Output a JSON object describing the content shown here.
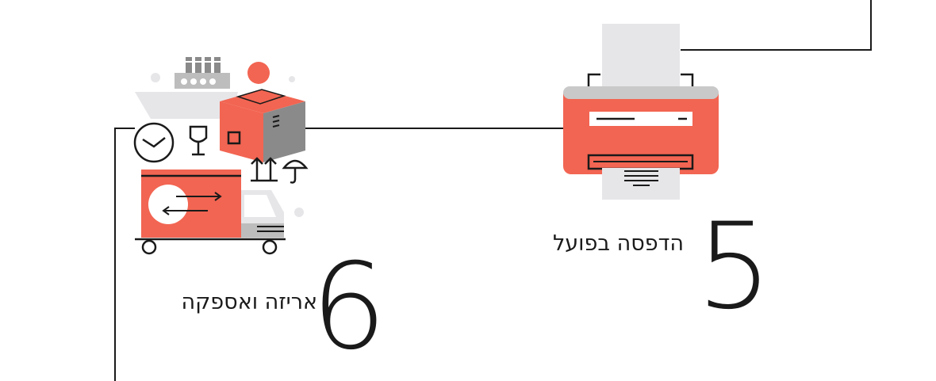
{
  "colors": {
    "accent": "#f26552",
    "light_gray": "#e6e6e9",
    "mid_gray": "#bdbdbd",
    "dark_gray": "#8a8a8a",
    "line": "#1a1a1a"
  },
  "steps": [
    {
      "number": "5",
      "label": "הדפסה בפועל",
      "icon": "printer-icon"
    },
    {
      "number": "6",
      "label": "אריזה ואספקה",
      "icon": "shipping-delivery-icon"
    }
  ]
}
